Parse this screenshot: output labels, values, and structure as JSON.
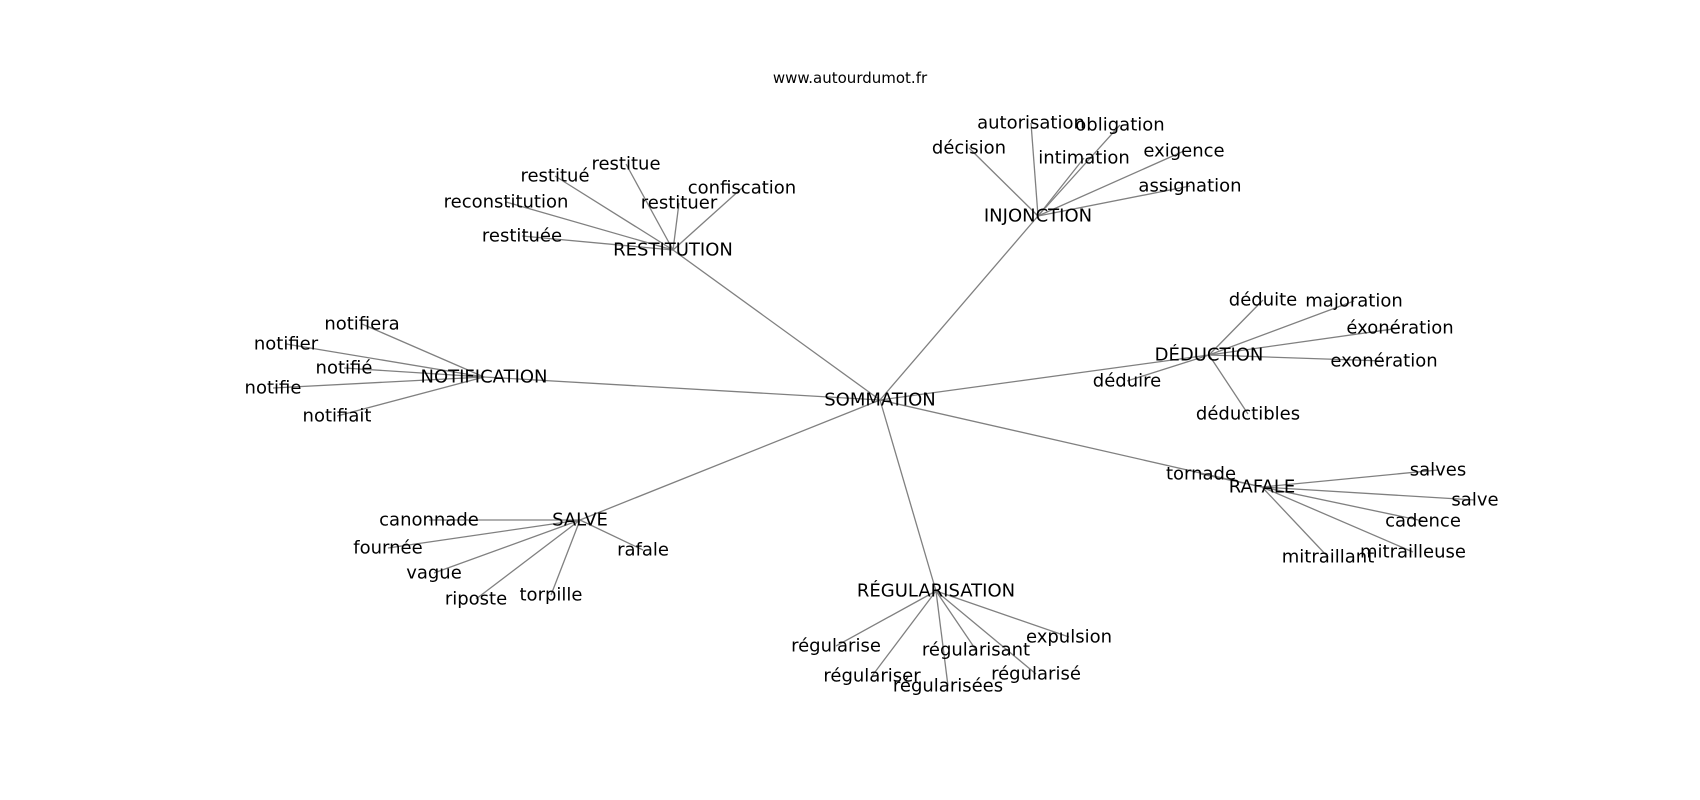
{
  "source": "www.autourdumot.fr",
  "center": "SOMMATION",
  "hubs": [
    {
      "label": "RESTITUTION",
      "words": [
        "restitue",
        "restitué",
        "reconstitution",
        "restituer",
        "confiscation",
        "restituée"
      ]
    },
    {
      "label": "INJONCTION",
      "words": [
        "autorisation",
        "obligation",
        "décision",
        "intimation",
        "exigence",
        "assignation"
      ]
    },
    {
      "label": "NOTIFICATION",
      "words": [
        "notifiera",
        "notifier",
        "notifié",
        "notifie",
        "notifiait"
      ]
    },
    {
      "label": "DÉDUCTION",
      "words": [
        "déduite",
        "majoration",
        "éxonération",
        "exonération",
        "déduire",
        "déductibles"
      ]
    },
    {
      "label": "RAFALE",
      "words": [
        "tornade",
        "salves",
        "salve",
        "cadence",
        "mitrailleuse",
        "mitraillant"
      ]
    },
    {
      "label": "SALVE",
      "words": [
        "canonnade",
        "fournée",
        "vague",
        "riposte",
        "torpille",
        "rafale"
      ]
    },
    {
      "label": "RÉGULARISATION",
      "words": [
        "régularise",
        "régulariser",
        "régularisées",
        "régularisant",
        "régularisé",
        "expulsion"
      ]
    }
  ]
}
